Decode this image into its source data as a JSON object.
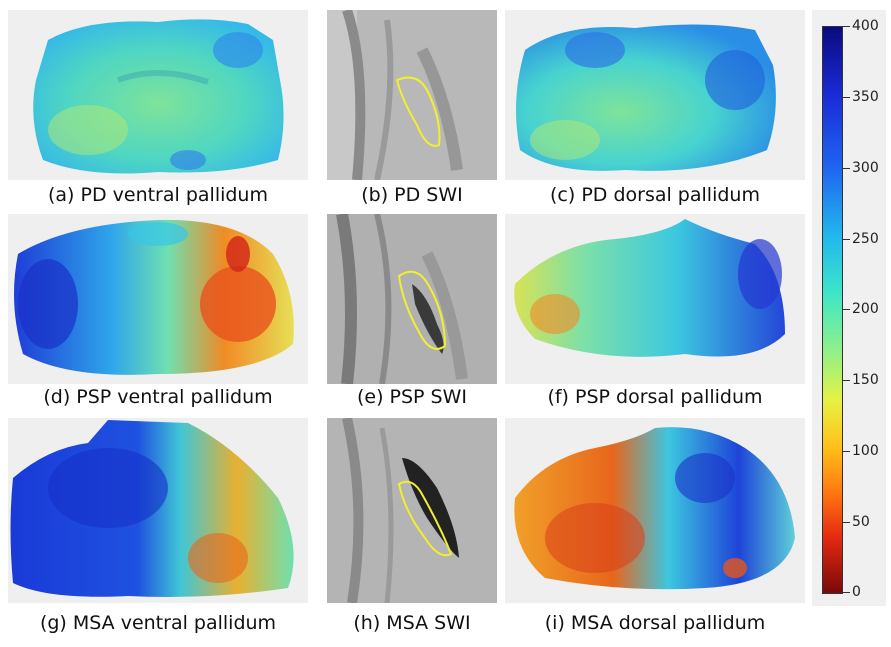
{
  "panels": [
    {
      "label": "(a) PD ventral pallidum"
    },
    {
      "label": "(b) PD SWI"
    },
    {
      "label": "(c) PD dorsal pallidum"
    },
    {
      "label": "(d) PSP ventral pallidum"
    },
    {
      "label": "(e) PSP SWI"
    },
    {
      "label": "(f) PSP dorsal pallidum"
    },
    {
      "label": "(g) MSA ventral pallidum"
    },
    {
      "label": "(h) MSA SWI"
    },
    {
      "label": "(i) MSA dorsal pallidum"
    }
  ],
  "colorbar": {
    "ticks": [
      "400",
      "350",
      "300",
      "250",
      "200",
      "150",
      "100",
      "50",
      "0"
    ],
    "min": 0,
    "max": 400,
    "colormap": "jet"
  },
  "colors": {
    "ventral_dark_blue": "#1f3cd6",
    "cyan": "#32c8e6",
    "green": "#8fe07a",
    "orange": "#f07a20",
    "red": "#d0321a",
    "swi_outline": "#f2ee30"
  }
}
